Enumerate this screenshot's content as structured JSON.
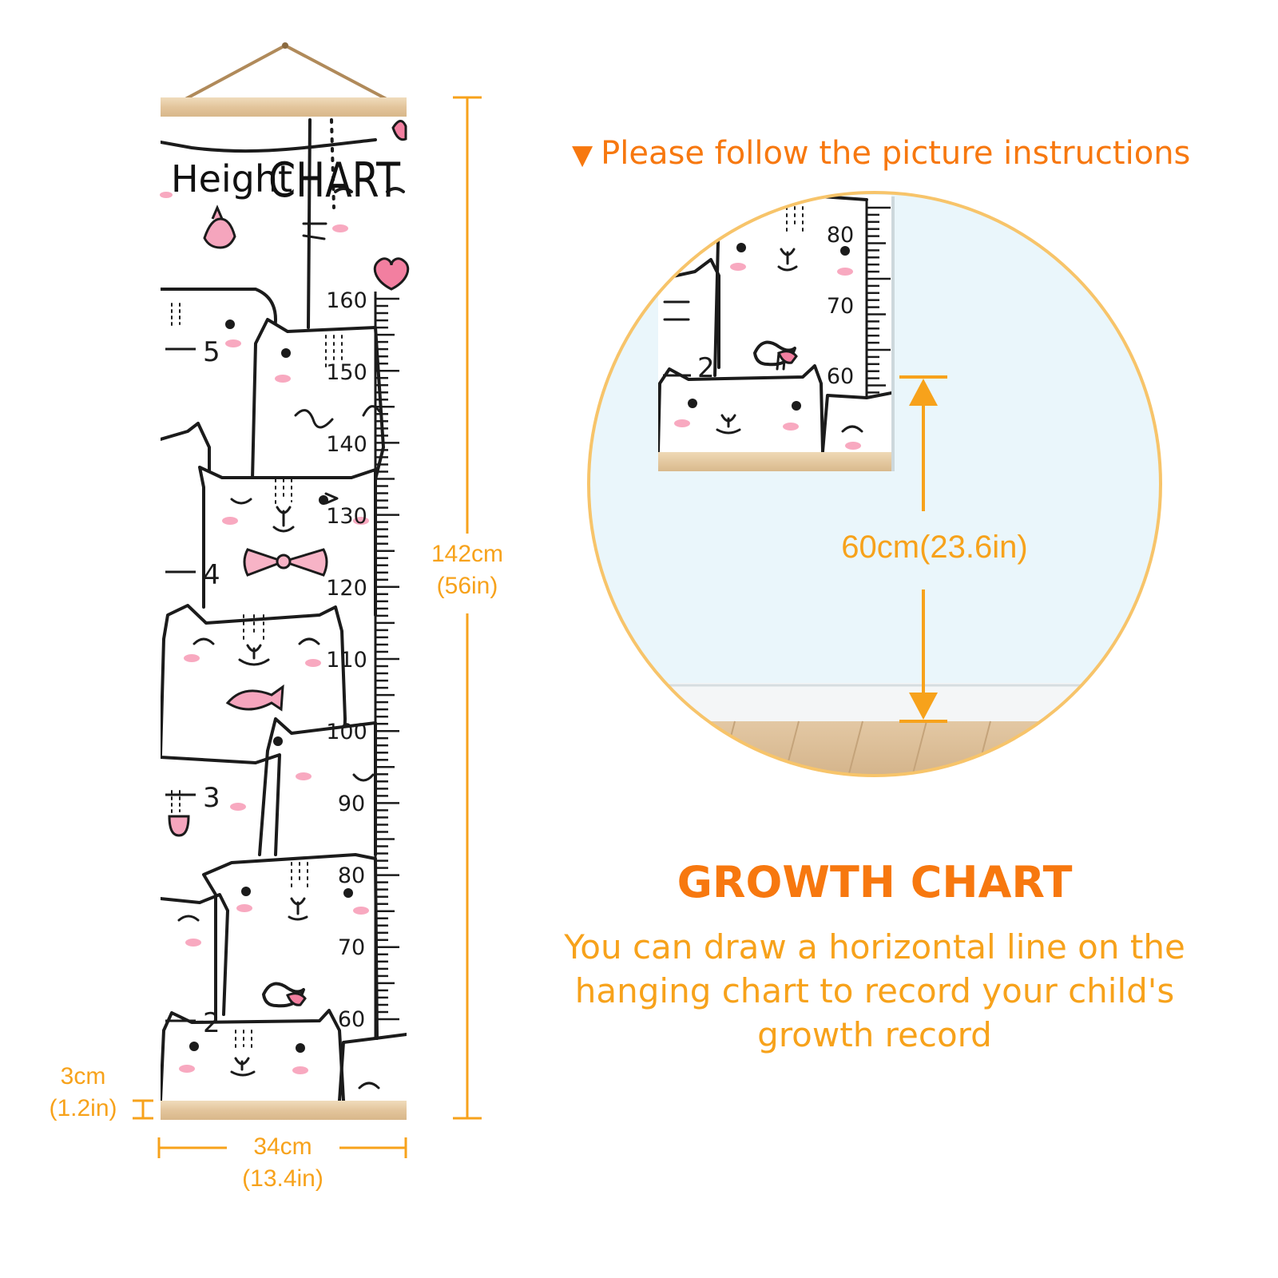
{
  "chart": {
    "title_height": "Height",
    "title_chart": "CHART",
    "cm_labels": [
      "160",
      "150",
      "140",
      "130",
      "120",
      "110",
      "100",
      "90",
      "80",
      "70",
      "60"
    ],
    "ft_labels": [
      "5",
      "4",
      "3",
      "2"
    ]
  },
  "dimensions": {
    "height_cm": "142cm",
    "height_in": "(56in)",
    "width_cm": "34cm",
    "width_in": "(13.4in)",
    "bottom_cm": "3cm",
    "bottom_in": "(1.2in)"
  },
  "instructions": {
    "arrow_glyph": "▼",
    "text": "Please follow the picture instructions"
  },
  "inset": {
    "cm_labels": [
      "80",
      "70",
      "60"
    ],
    "ft_label": "2",
    "mount_cm": "60cm",
    "mount_in": "(23.6in)"
  },
  "description": {
    "title": "GROWTH CHART",
    "line1": "You can draw a horizontal line on the",
    "line2": "hanging chart to record your child's",
    "line3": "growth record"
  },
  "colors": {
    "orange_text": "#f7a21b",
    "orange_heading": "#f7780f",
    "dimension_line": "#f7a21b",
    "wood": "#e8cfa8",
    "cat_blush": "#f8a9c0",
    "accent_pink": "#f27fa0",
    "wall": "#e9f6fb",
    "floor": "#d9bc97"
  }
}
